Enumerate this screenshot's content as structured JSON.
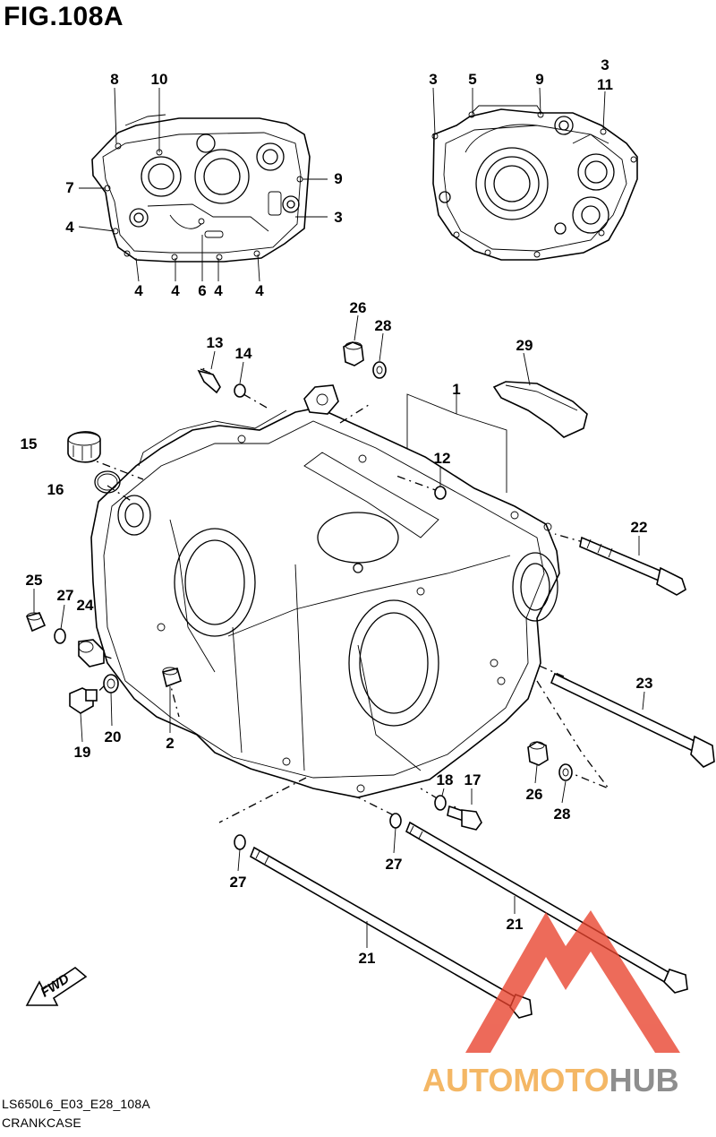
{
  "figure_title": "FIG.108A",
  "caption_code": "LS650L6_E03_E28_108A",
  "caption_name": "CRANKCASE",
  "fwd_label": "FWD",
  "watermark": {
    "part1": "AUTOMOTO",
    "part2": "HUB",
    "color_orange": "#f2a33a",
    "color_gray": "#6f6f6f",
    "color_red": "#e8412c"
  },
  "callouts": [
    {
      "id": "c-8",
      "text": "8"
    },
    {
      "id": "c-10",
      "text": "10"
    },
    {
      "id": "c-7",
      "text": "7"
    },
    {
      "id": "c-9a",
      "text": "9"
    },
    {
      "id": "c-4a",
      "text": "4"
    },
    {
      "id": "c-3a",
      "text": "3"
    },
    {
      "id": "c-4b",
      "text": "4"
    },
    {
      "id": "c-4c",
      "text": "4"
    },
    {
      "id": "c-6",
      "text": "6"
    },
    {
      "id": "c-4d",
      "text": "4"
    },
    {
      "id": "c-4e",
      "text": "4"
    },
    {
      "id": "c-3b",
      "text": "3"
    },
    {
      "id": "c-5",
      "text": "5"
    },
    {
      "id": "c-9b",
      "text": "9"
    },
    {
      "id": "c-3c",
      "text": "3"
    },
    {
      "id": "c-11",
      "text": "11"
    },
    {
      "id": "c-26a",
      "text": "26"
    },
    {
      "id": "c-28a",
      "text": "28"
    },
    {
      "id": "c-13",
      "text": "13"
    },
    {
      "id": "c-14",
      "text": "14"
    },
    {
      "id": "c-29",
      "text": "29"
    },
    {
      "id": "c-1",
      "text": "1"
    },
    {
      "id": "c-15",
      "text": "15"
    },
    {
      "id": "c-12",
      "text": "12"
    },
    {
      "id": "c-16",
      "text": "16"
    },
    {
      "id": "c-22",
      "text": "22"
    },
    {
      "id": "c-25",
      "text": "25"
    },
    {
      "id": "c-27a",
      "text": "27"
    },
    {
      "id": "c-24",
      "text": "24"
    },
    {
      "id": "c-23",
      "text": "23"
    },
    {
      "id": "c-20",
      "text": "20"
    },
    {
      "id": "c-2",
      "text": "2"
    },
    {
      "id": "c-19",
      "text": "19"
    },
    {
      "id": "c-18",
      "text": "18"
    },
    {
      "id": "c-17",
      "text": "17"
    },
    {
      "id": "c-26b",
      "text": "26"
    },
    {
      "id": "c-28b",
      "text": "28"
    },
    {
      "id": "c-27b",
      "text": "27"
    },
    {
      "id": "c-27c",
      "text": "27"
    },
    {
      "id": "c-21a",
      "text": "21"
    },
    {
      "id": "c-21b",
      "text": "21"
    }
  ]
}
